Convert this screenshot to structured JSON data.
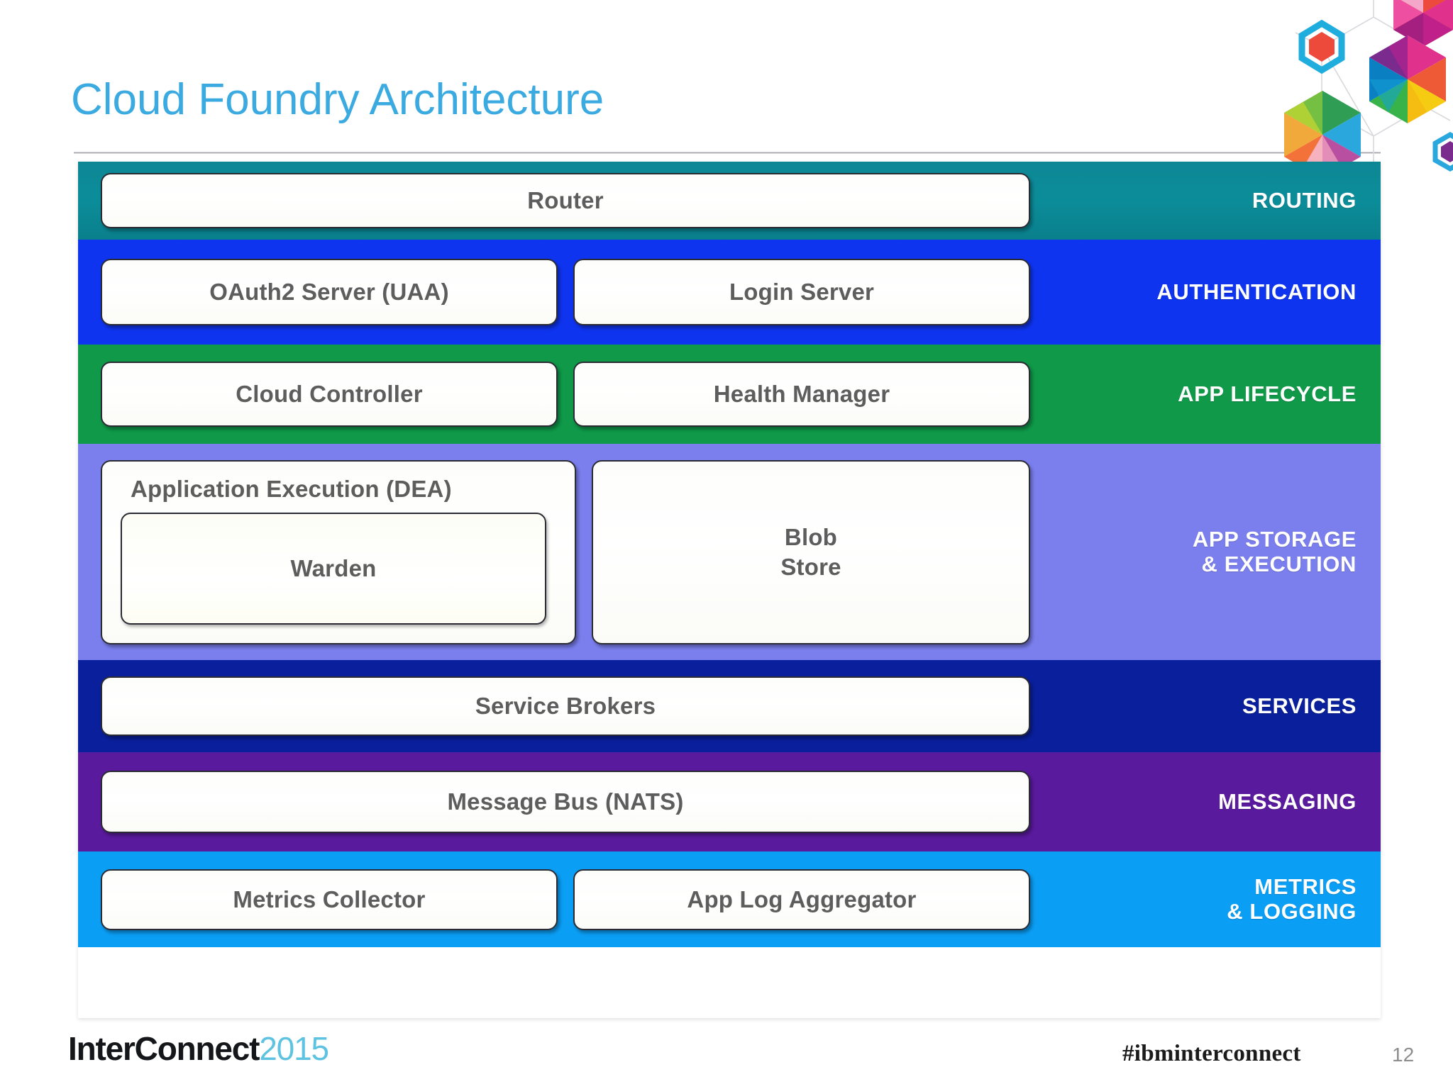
{
  "slide": {
    "title": "Cloud Foundry Architecture",
    "page_number": "12",
    "title_color": "#3aaae1"
  },
  "footer": {
    "brand_word": "InterConnect",
    "brand_year": "2015",
    "hashtag": "#ibminterconnect"
  },
  "diagram": {
    "name": "cloud-foundry-architecture",
    "layers": [
      {
        "id": "routing",
        "label": "ROUTING",
        "color": "#0b8d99",
        "boxes": [
          {
            "label": "Router",
            "span": "full"
          }
        ]
      },
      {
        "id": "authentication",
        "label": "AUTHENTICATION",
        "color": "#0f34f0",
        "boxes": [
          {
            "label": "OAuth2 Server (UAA)",
            "span": "half"
          },
          {
            "label": "Login Server",
            "span": "half"
          }
        ]
      },
      {
        "id": "lifecycle",
        "label": "APP LIFECYCLE",
        "color": "#0f9949",
        "boxes": [
          {
            "label": "Cloud Controller",
            "span": "half"
          },
          {
            "label": "Health Manager",
            "span": "half"
          }
        ]
      },
      {
        "id": "appstorage",
        "label": "APP STORAGE\n& EXECUTION",
        "color": "#7b7fee",
        "boxes": [
          {
            "label": "Application Execution (DEA)",
            "span": "half",
            "child": "Warden"
          },
          {
            "label": "Blob\nStore",
            "span": "half"
          }
        ]
      },
      {
        "id": "services",
        "label": "SERVICES",
        "color": "#0a1f9b",
        "boxes": [
          {
            "label": "Service Brokers",
            "span": "full"
          }
        ]
      },
      {
        "id": "messaging",
        "label": "MESSAGING",
        "color": "#5a1a9e",
        "boxes": [
          {
            "label": "Message Bus (NATS)",
            "span": "full"
          }
        ]
      },
      {
        "id": "metrics",
        "label": "METRICS\n& LOGGING",
        "color": "#0b9ef5",
        "boxes": [
          {
            "label": "Metrics Collector",
            "span": "half"
          },
          {
            "label": "App Log Aggregator",
            "span": "half"
          }
        ]
      }
    ]
  }
}
